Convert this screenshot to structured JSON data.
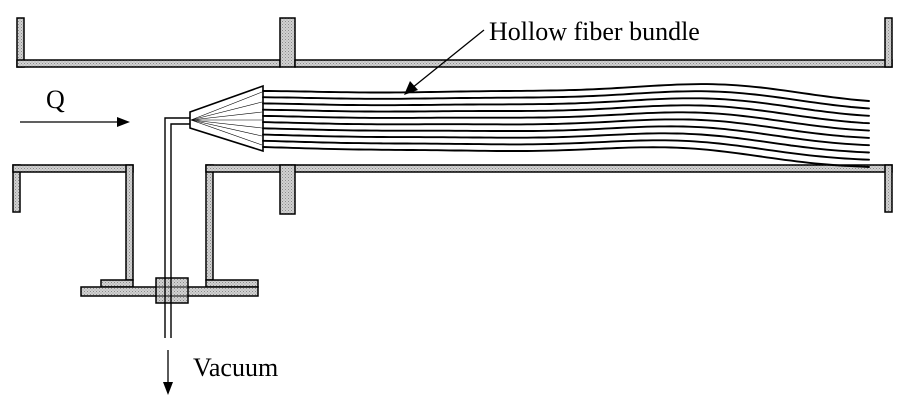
{
  "labels": {
    "flow": "Q",
    "bundle": "Hollow fiber bundle",
    "vacuum": "Vacuum"
  },
  "colors": {
    "wall_fill": "#c8c8c8",
    "stroke": "#000000"
  }
}
